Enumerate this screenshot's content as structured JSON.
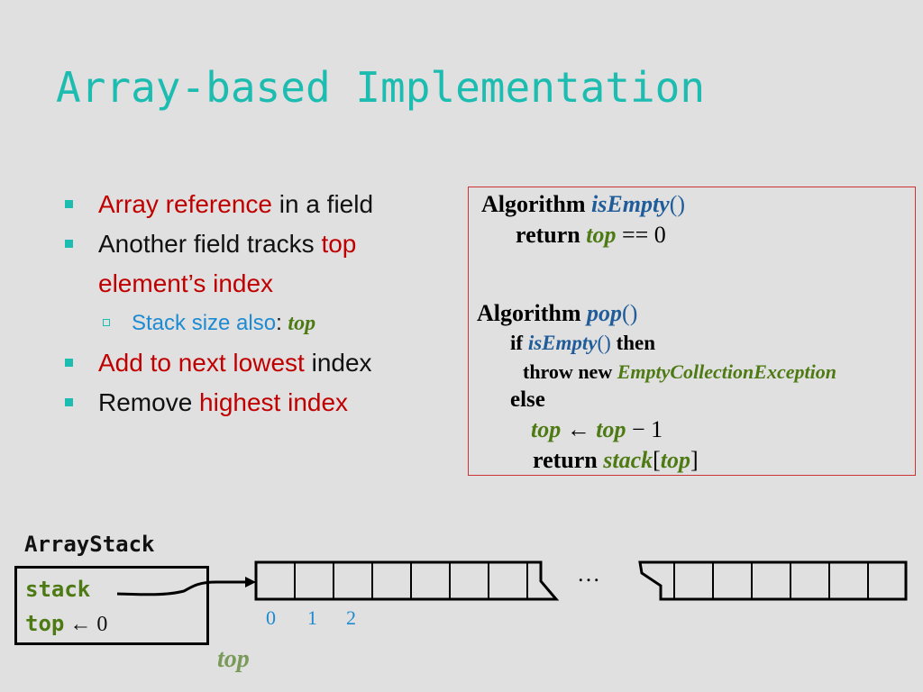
{
  "title": "Array-based Implementation",
  "bullets": {
    "b1": {
      "red": "Array reference",
      "rest": " in a field"
    },
    "b2": {
      "text": "Another field tracks ",
      "red1": "top",
      "red2": "element’s index"
    },
    "sub": {
      "blue": "Stack size also",
      "colon": ": ",
      "var": "top"
    },
    "b3": {
      "red": "Add to next lowest",
      "rest": " index"
    },
    "b4": {
      "text": "Remove ",
      "red": "highest index"
    }
  },
  "algorithm": {
    "isempty_kw": "Algorithm ",
    "isempty_name": "isEmpty",
    "isempty_parens": "()",
    "return_kw": "return ",
    "return_var": "top",
    "return_rest": " == 0",
    "pop_kw": "Algorithm ",
    "pop_name": "pop",
    "pop_parens": "()",
    "if_kw": "if ",
    "if_fn": "isEmpty",
    "if_parens": "()",
    "then_kw": " then",
    "throw_kw": "throw new ",
    "throw_ex": "EmptyCollectionException",
    "else_kw": "else",
    "dec_var1": "top",
    "dec_arrow": " ← ",
    "dec_var2": "top",
    "dec_rest": " − 1",
    "ret2_kw": "return ",
    "ret2_arr": "stack",
    "ret2_open": "[",
    "ret2_idx": "top",
    "ret2_close": "]"
  },
  "diagram": {
    "class_name": "ArrayStack",
    "field_stack": "stack",
    "field_top": "top",
    "top_assign": " ← 0",
    "indices": [
      "0",
      "1",
      "2"
    ],
    "ellipsis": "…",
    "top_label": "top"
  },
  "colors": {
    "accent": "#1cbcb0",
    "red": "#c00000",
    "blue": "#1e8ad1",
    "green": "#4e7a14",
    "fn_blue": "#1f5c99",
    "box_border": "#cc3333"
  }
}
